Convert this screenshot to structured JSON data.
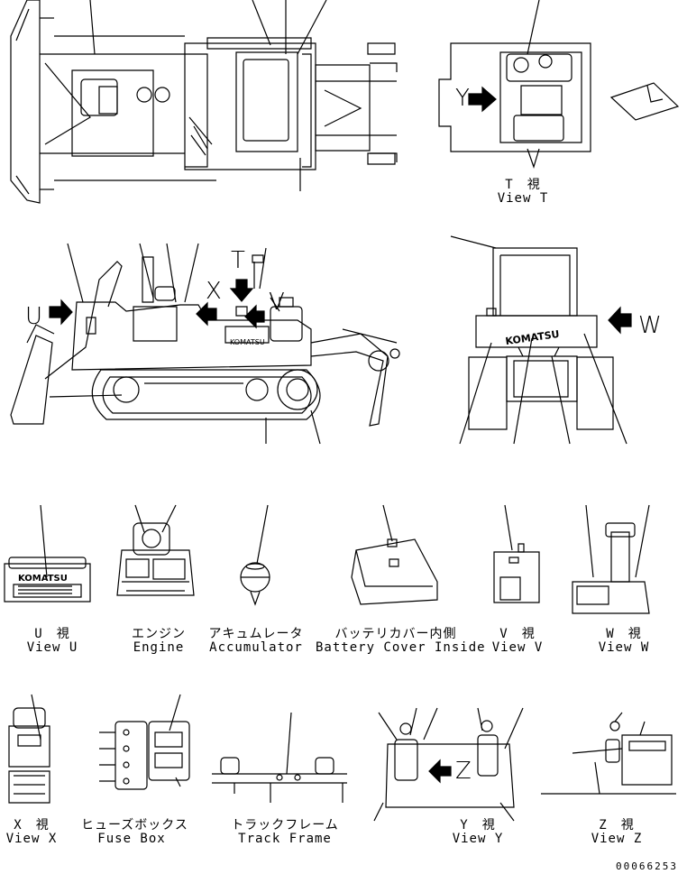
{
  "callouts": {
    "T": "T",
    "U": "U",
    "V": "V",
    "W": "W",
    "X": "X",
    "Y": "Y",
    "Z": "Z"
  },
  "views": {
    "view_t": {
      "jp": "T　視",
      "en": "View T"
    },
    "view_u": {
      "jp": "U　視",
      "en": "View U"
    },
    "engine": {
      "jp": "エンジン",
      "en": "Engine"
    },
    "accumulator": {
      "jp": "アキュムレータ",
      "en": "Accumulator"
    },
    "battery_cover": {
      "jp": "バッテリカバー内側",
      "en": "Battery Cover Inside"
    },
    "view_v": {
      "jp": "V　視",
      "en": "View V"
    },
    "view_w": {
      "jp": "W　視",
      "en": "View W"
    },
    "view_x": {
      "jp": "X　視",
      "en": "View X"
    },
    "fuse_box": {
      "jp": "ヒューズボックス",
      "en": "Fuse Box"
    },
    "track_frame": {
      "jp": "トラックフレーム",
      "en": "Track Frame"
    },
    "view_y": {
      "jp": "Y　視",
      "en": "View Y"
    },
    "view_z": {
      "jp": "Z　視",
      "en": "View Z"
    }
  },
  "brand": "KOMATSU",
  "document_number": "00066253"
}
